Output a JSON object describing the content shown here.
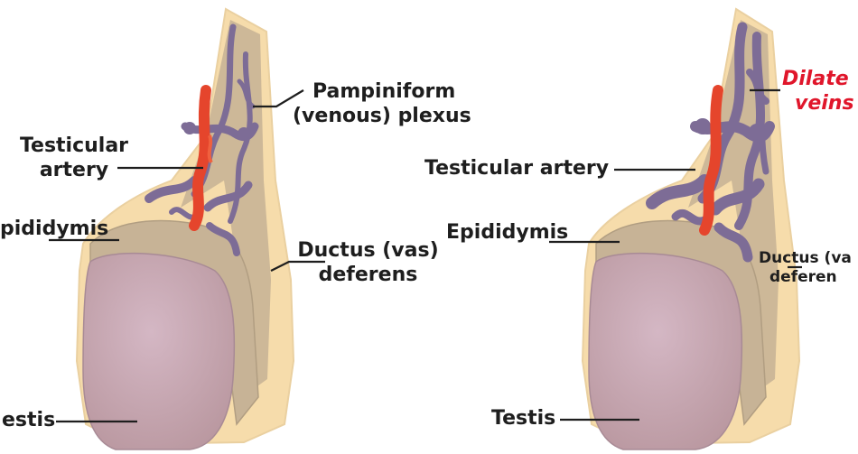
{
  "left_panel": {
    "labels": {
      "pampiniform_line1": "Pampiniform",
      "pampiniform_line2": "(venous) plexus",
      "testicular_line1": "Testicular",
      "testicular_line2": "artery",
      "epididymis": "pididymis",
      "ductus_line1": "Ductus (vas)",
      "ductus_line2": "deferens",
      "testis": "estis"
    }
  },
  "right_panel": {
    "labels": {
      "dilated_line1": "Dilate",
      "dilated_line2": "veins",
      "testicular": "Testicular artery",
      "epididymis": "Epididymis",
      "ductus_line1": "Ductus (va",
      "ductus_line2": "deferen",
      "testis": "Testis"
    }
  },
  "colors": {
    "sheath": "#f6dcab",
    "cord": "#cdb898",
    "epididymis": "#c7b396",
    "testis": "#c6a7b5",
    "veins": "#7d6c96",
    "artery": "#e5452c",
    "dilated_label": "#e0162b",
    "label_text": "#1e1e1e"
  }
}
